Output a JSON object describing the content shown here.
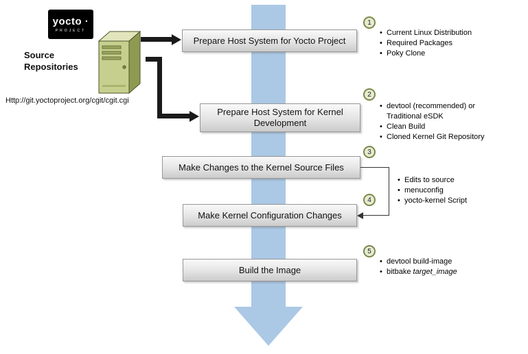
{
  "colors": {
    "flow_arrow": "#abc8e5",
    "box_fill_top": "#f9f9f9",
    "box_fill_bottom": "#cbcbcb",
    "box_border": "#979797",
    "circle_fill": "#e6ebd2",
    "circle_border": "#79894a",
    "logo_bg": "#000000",
    "server_front": "#c6cf8e",
    "server_side": "#8e9a52",
    "server_top": "#e2e6bd"
  },
  "logo": {
    "brand": "yocto ·",
    "project": "PROJECT"
  },
  "source_repositories": {
    "label": "Source Repositories",
    "url": "Http://git.yoctoproject.org/cgit/cgit.cgi"
  },
  "steps": [
    {
      "num": "1",
      "label": "Prepare Host System for Yocto Project",
      "bullets": [
        "Current Linux Distribution",
        "Required Packages",
        "Poky Clone"
      ]
    },
    {
      "num": "2",
      "label": "Prepare Host System for Kernel Development",
      "bullets": [
        "devtool (recommended) or\nTraditional eSDK",
        "Clean Build",
        "Cloned Kernel Git Repository"
      ]
    },
    {
      "num": "3",
      "label": "Make Changes to the Kernel Source Files"
    },
    {
      "num": "4",
      "label": "Make Kernel Configuration Changes"
    },
    {
      "num": "5",
      "label": "Build the Image",
      "bullets": [
        "devtool build-image",
        {
          "prefix": "bitbake ",
          "italic": "target_image"
        }
      ]
    }
  ],
  "shared_bullets": [
    "Edits to source",
    "menuconfig",
    "yocto-kernel Script"
  ]
}
